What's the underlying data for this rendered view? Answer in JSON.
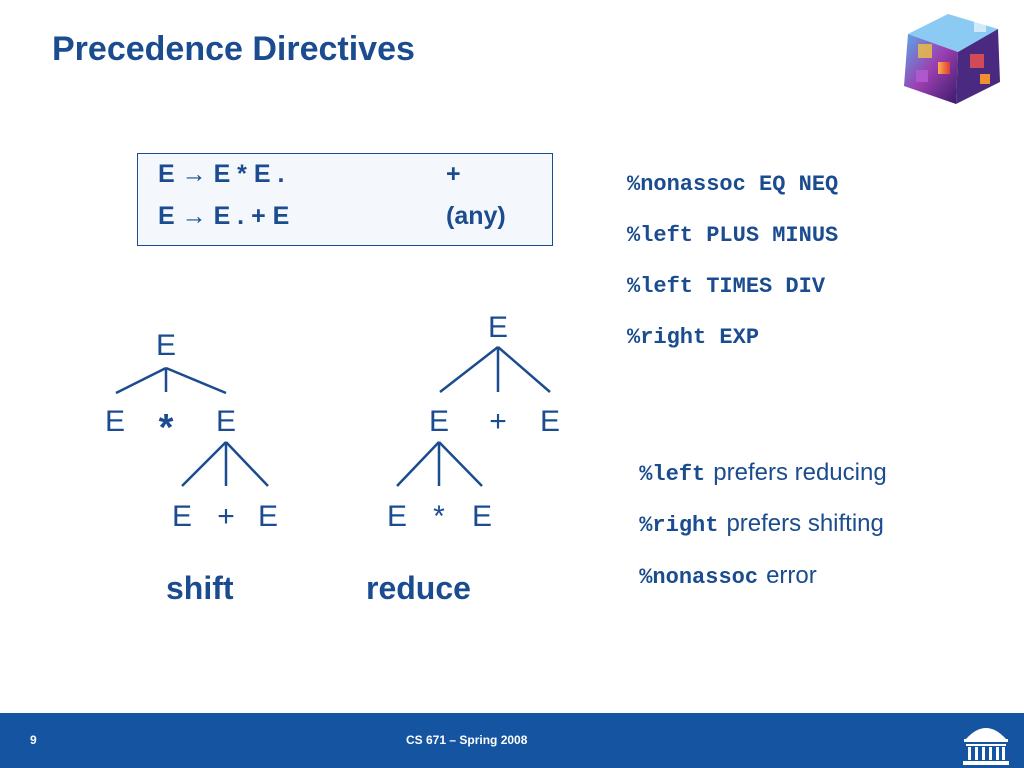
{
  "slide": {
    "title": "Precedence Directives"
  },
  "rules": [
    {
      "production": "E → E * E .",
      "lookahead": "+"
    },
    {
      "production": "E → E . + E",
      "lookahead": "(any)"
    }
  ],
  "trees": {
    "shift": {
      "root": "E",
      "left": "E",
      "op": "*",
      "right": "E",
      "sub_left": "E",
      "sub_op": "+",
      "sub_right": "E",
      "caption": "shift"
    },
    "reduce": {
      "root": "E",
      "left": "E",
      "op": "+",
      "right": "E",
      "sub_left": "E",
      "sub_op": "*",
      "sub_right": "E",
      "caption": "reduce"
    }
  },
  "directives": [
    "%nonassoc EQ NEQ",
    "%left PLUS MINUS",
    "%left TIMES DIV",
    "%right EXP"
  ],
  "notes": [
    {
      "keyword": "%left",
      "description": "prefers reducing"
    },
    {
      "keyword": "%right",
      "description": "prefers shifting"
    },
    {
      "keyword": "%nonassoc",
      "description": "error"
    }
  ],
  "footer": {
    "page": "9",
    "course": "CS 671 – Spring 2008"
  },
  "colors": {
    "primary": "#1a4c8f",
    "footer_bg": "#1554a1"
  }
}
